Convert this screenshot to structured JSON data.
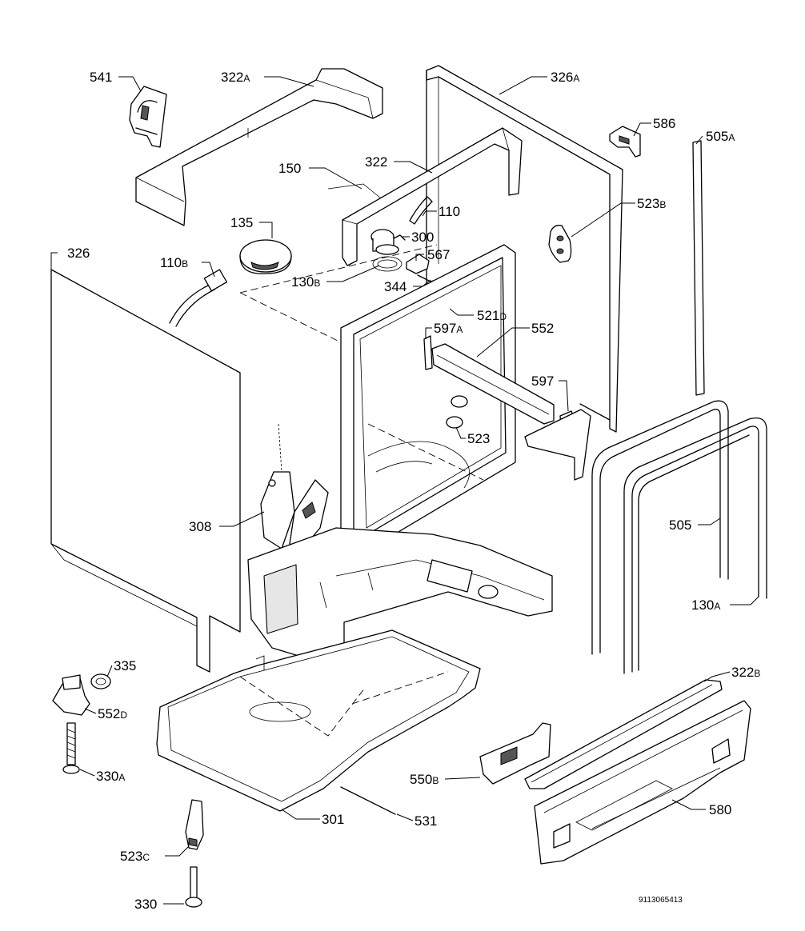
{
  "parts": [
    {
      "id": "541",
      "label": "541",
      "sub": ""
    },
    {
      "id": "322a",
      "label": "322",
      "sub": "A"
    },
    {
      "id": "326a",
      "label": "326",
      "sub": "A"
    },
    {
      "id": "586",
      "label": "586",
      "sub": ""
    },
    {
      "id": "505a",
      "label": "505",
      "sub": "A"
    },
    {
      "id": "150",
      "label": "150",
      "sub": ""
    },
    {
      "id": "322",
      "label": "322",
      "sub": ""
    },
    {
      "id": "110",
      "label": "110",
      "sub": ""
    },
    {
      "id": "523b",
      "label": "523",
      "sub": "B"
    },
    {
      "id": "135",
      "label": "135",
      "sub": ""
    },
    {
      "id": "300",
      "label": "300",
      "sub": ""
    },
    {
      "id": "326",
      "label": "326",
      "sub": ""
    },
    {
      "id": "567",
      "label": "567",
      "sub": ""
    },
    {
      "id": "110b",
      "label": "110",
      "sub": "B"
    },
    {
      "id": "130b",
      "label": "130",
      "sub": "B"
    },
    {
      "id": "344",
      "label": "344",
      "sub": ""
    },
    {
      "id": "521d",
      "label": "521",
      "sub": "D"
    },
    {
      "id": "597a",
      "label": "597",
      "sub": "A"
    },
    {
      "id": "552",
      "label": "552",
      "sub": ""
    },
    {
      "id": "597",
      "label": "597",
      "sub": ""
    },
    {
      "id": "523",
      "label": "523",
      "sub": ""
    },
    {
      "id": "308",
      "label": "308",
      "sub": ""
    },
    {
      "id": "505",
      "label": "505",
      "sub": ""
    },
    {
      "id": "130a",
      "label": "130",
      "sub": "A"
    },
    {
      "id": "335",
      "label": "335",
      "sub": ""
    },
    {
      "id": "322b",
      "label": "322",
      "sub": "B"
    },
    {
      "id": "552d",
      "label": "552",
      "sub": "D"
    },
    {
      "id": "330a",
      "label": "330",
      "sub": "A"
    },
    {
      "id": "550b",
      "label": "550",
      "sub": "B"
    },
    {
      "id": "580",
      "label": "580",
      "sub": ""
    },
    {
      "id": "301",
      "label": "301",
      "sub": ""
    },
    {
      "id": "531",
      "label": "531",
      "sub": ""
    },
    {
      "id": "523c",
      "label": "523",
      "sub": "C"
    },
    {
      "id": "330",
      "label": "330",
      "sub": ""
    }
  ],
  "drawing_code": "9113065413"
}
